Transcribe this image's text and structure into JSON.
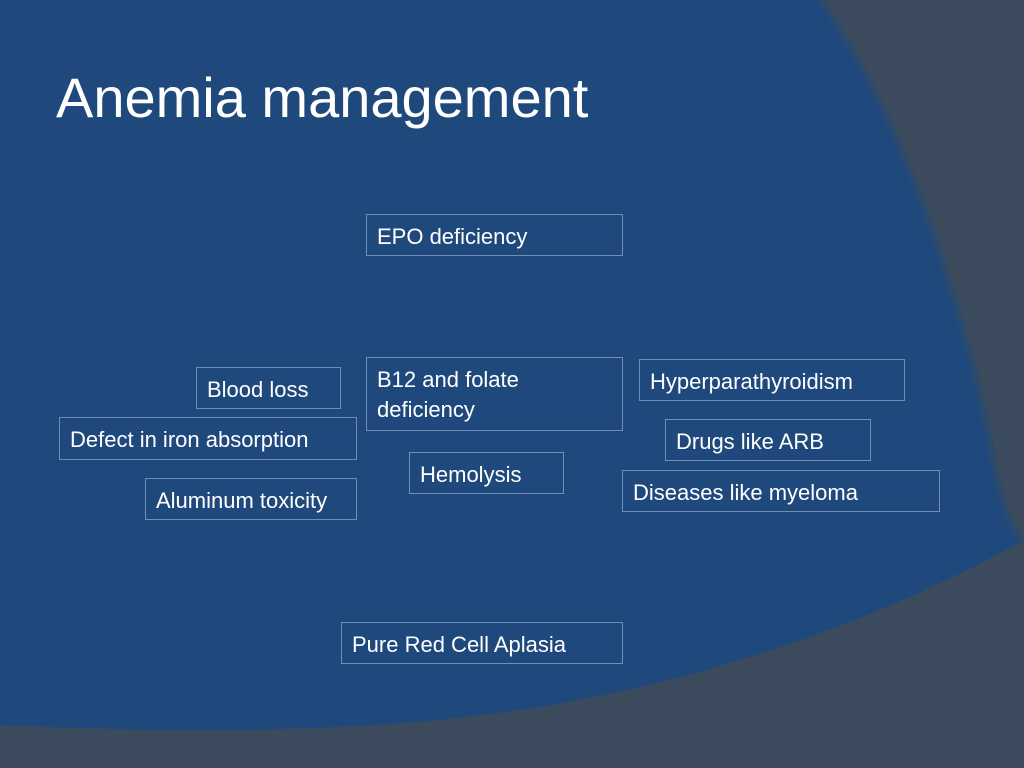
{
  "slide": {
    "title": "Anemia management"
  },
  "diagram": {
    "boxes": [
      {
        "id": "epo",
        "label": "EPO deficiency"
      },
      {
        "id": "b12",
        "label": "B12 and folate deficiency"
      },
      {
        "id": "hyperpara",
        "label": "Hyperparathyroidism"
      },
      {
        "id": "blood_loss",
        "label": "Blood loss"
      },
      {
        "id": "iron",
        "label": "Defect in iron absorption"
      },
      {
        "id": "drugs",
        "label": "Drugs like ARB"
      },
      {
        "id": "hemolysis",
        "label": "Hemolysis"
      },
      {
        "id": "aluminum",
        "label": "Aluminum toxicity"
      },
      {
        "id": "myeloma",
        "label": "Diseases like myeloma"
      },
      {
        "id": "prca",
        "label": "Pure Red Cell Aplasia"
      }
    ]
  },
  "colors": {
    "background_main": "#1f497d",
    "background_shade": "#3b4a5c",
    "box_border": "#6f8fb8",
    "text": "#ffffff"
  }
}
